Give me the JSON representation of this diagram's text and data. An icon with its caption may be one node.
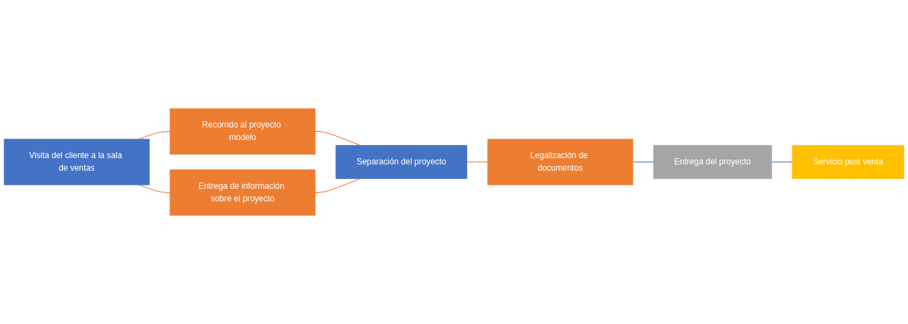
{
  "diagram": {
    "nodes": [
      {
        "text": [
          "Visita del cliente a la sala de ventas"
        ]
      },
      {
        "text": [
          "Recorrido al proyecto modelo"
        ]
      },
      {
        "text": [
          "Entrega de información sobre el proyecto"
        ]
      },
      {
        "text": [
          "Separación del proyecto"
        ]
      },
      {
        "text": [
          "Legalización de documentos"
        ]
      },
      {
        "text": [
          "Entrega del proyecto"
        ]
      },
      {
        "text": [
          "Servicio post venta"
        ]
      }
    ],
    "edges": [
      {
        "from": 0,
        "to": 1,
        "arrow": "none"
      },
      {
        "from": 0,
        "to": 2,
        "arrow": "none"
      },
      {
        "from": 1,
        "to": 3,
        "arrow": "none"
      },
      {
        "from": 2,
        "to": 3,
        "arrow": "none"
      },
      {
        "from": 3,
        "to": 4,
        "arrow": "none"
      },
      {
        "from": 4,
        "to": 5,
        "arrow": "none",
        "color": "#4472c4"
      },
      {
        "from": 5,
        "to": 6,
        "arrow": "none",
        "color": "#4472c4"
      }
    ]
  }
}
